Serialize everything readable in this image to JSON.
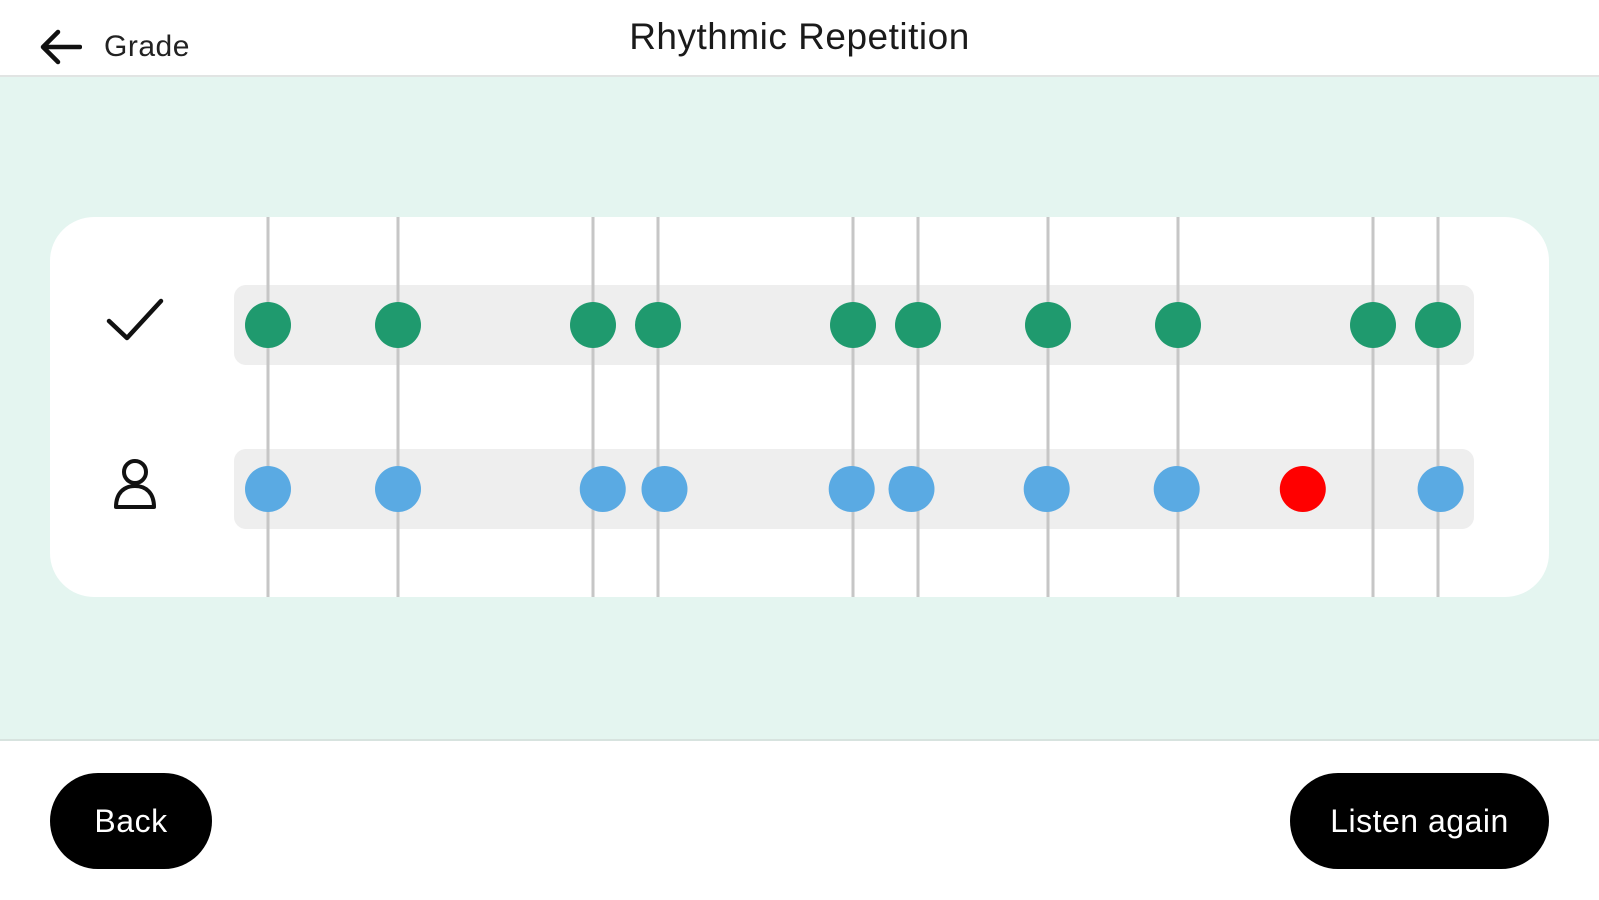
{
  "header": {
    "back_label": "Grade",
    "title": "Rhythmic Repetition"
  },
  "colors": {
    "background": "#e4f5f0",
    "card": "#ffffff",
    "track": "#eeeeee",
    "gridline": "#c6c6c6",
    "reference_note": "#1f9a6e",
    "user_note_correct": "#5aaae3",
    "user_note_wrong": "#ff0000",
    "button_bg": "#000000",
    "button_text": "#ffffff"
  },
  "rhythm": {
    "reference_row": {
      "icon": "check-icon",
      "notes": [
        1,
        3,
        6,
        7,
        10,
        11,
        13,
        15,
        18,
        19
      ]
    },
    "user_row": {
      "icon": "user-icon",
      "notes": [
        {
          "beat": 1,
          "offset": 0.0,
          "status": "correct"
        },
        {
          "beat": 3,
          "offset": 0.0,
          "status": "correct"
        },
        {
          "beat": 6,
          "offset": 0.15,
          "status": "correct"
        },
        {
          "beat": 7,
          "offset": 0.1,
          "status": "correct"
        },
        {
          "beat": 10,
          "offset": -0.02,
          "status": "correct"
        },
        {
          "beat": 11,
          "offset": -0.1,
          "status": "correct"
        },
        {
          "beat": 13,
          "offset": -0.02,
          "status": "correct"
        },
        {
          "beat": 15,
          "offset": -0.02,
          "status": "correct"
        },
        {
          "beat": 16.92,
          "offset": 0.0,
          "status": "wrong"
        },
        {
          "beat": 19,
          "offset": 0.04,
          "status": "correct"
        }
      ]
    },
    "total_beats": 19
  },
  "footer": {
    "back_button": "Back",
    "listen_button": "Listen again"
  }
}
